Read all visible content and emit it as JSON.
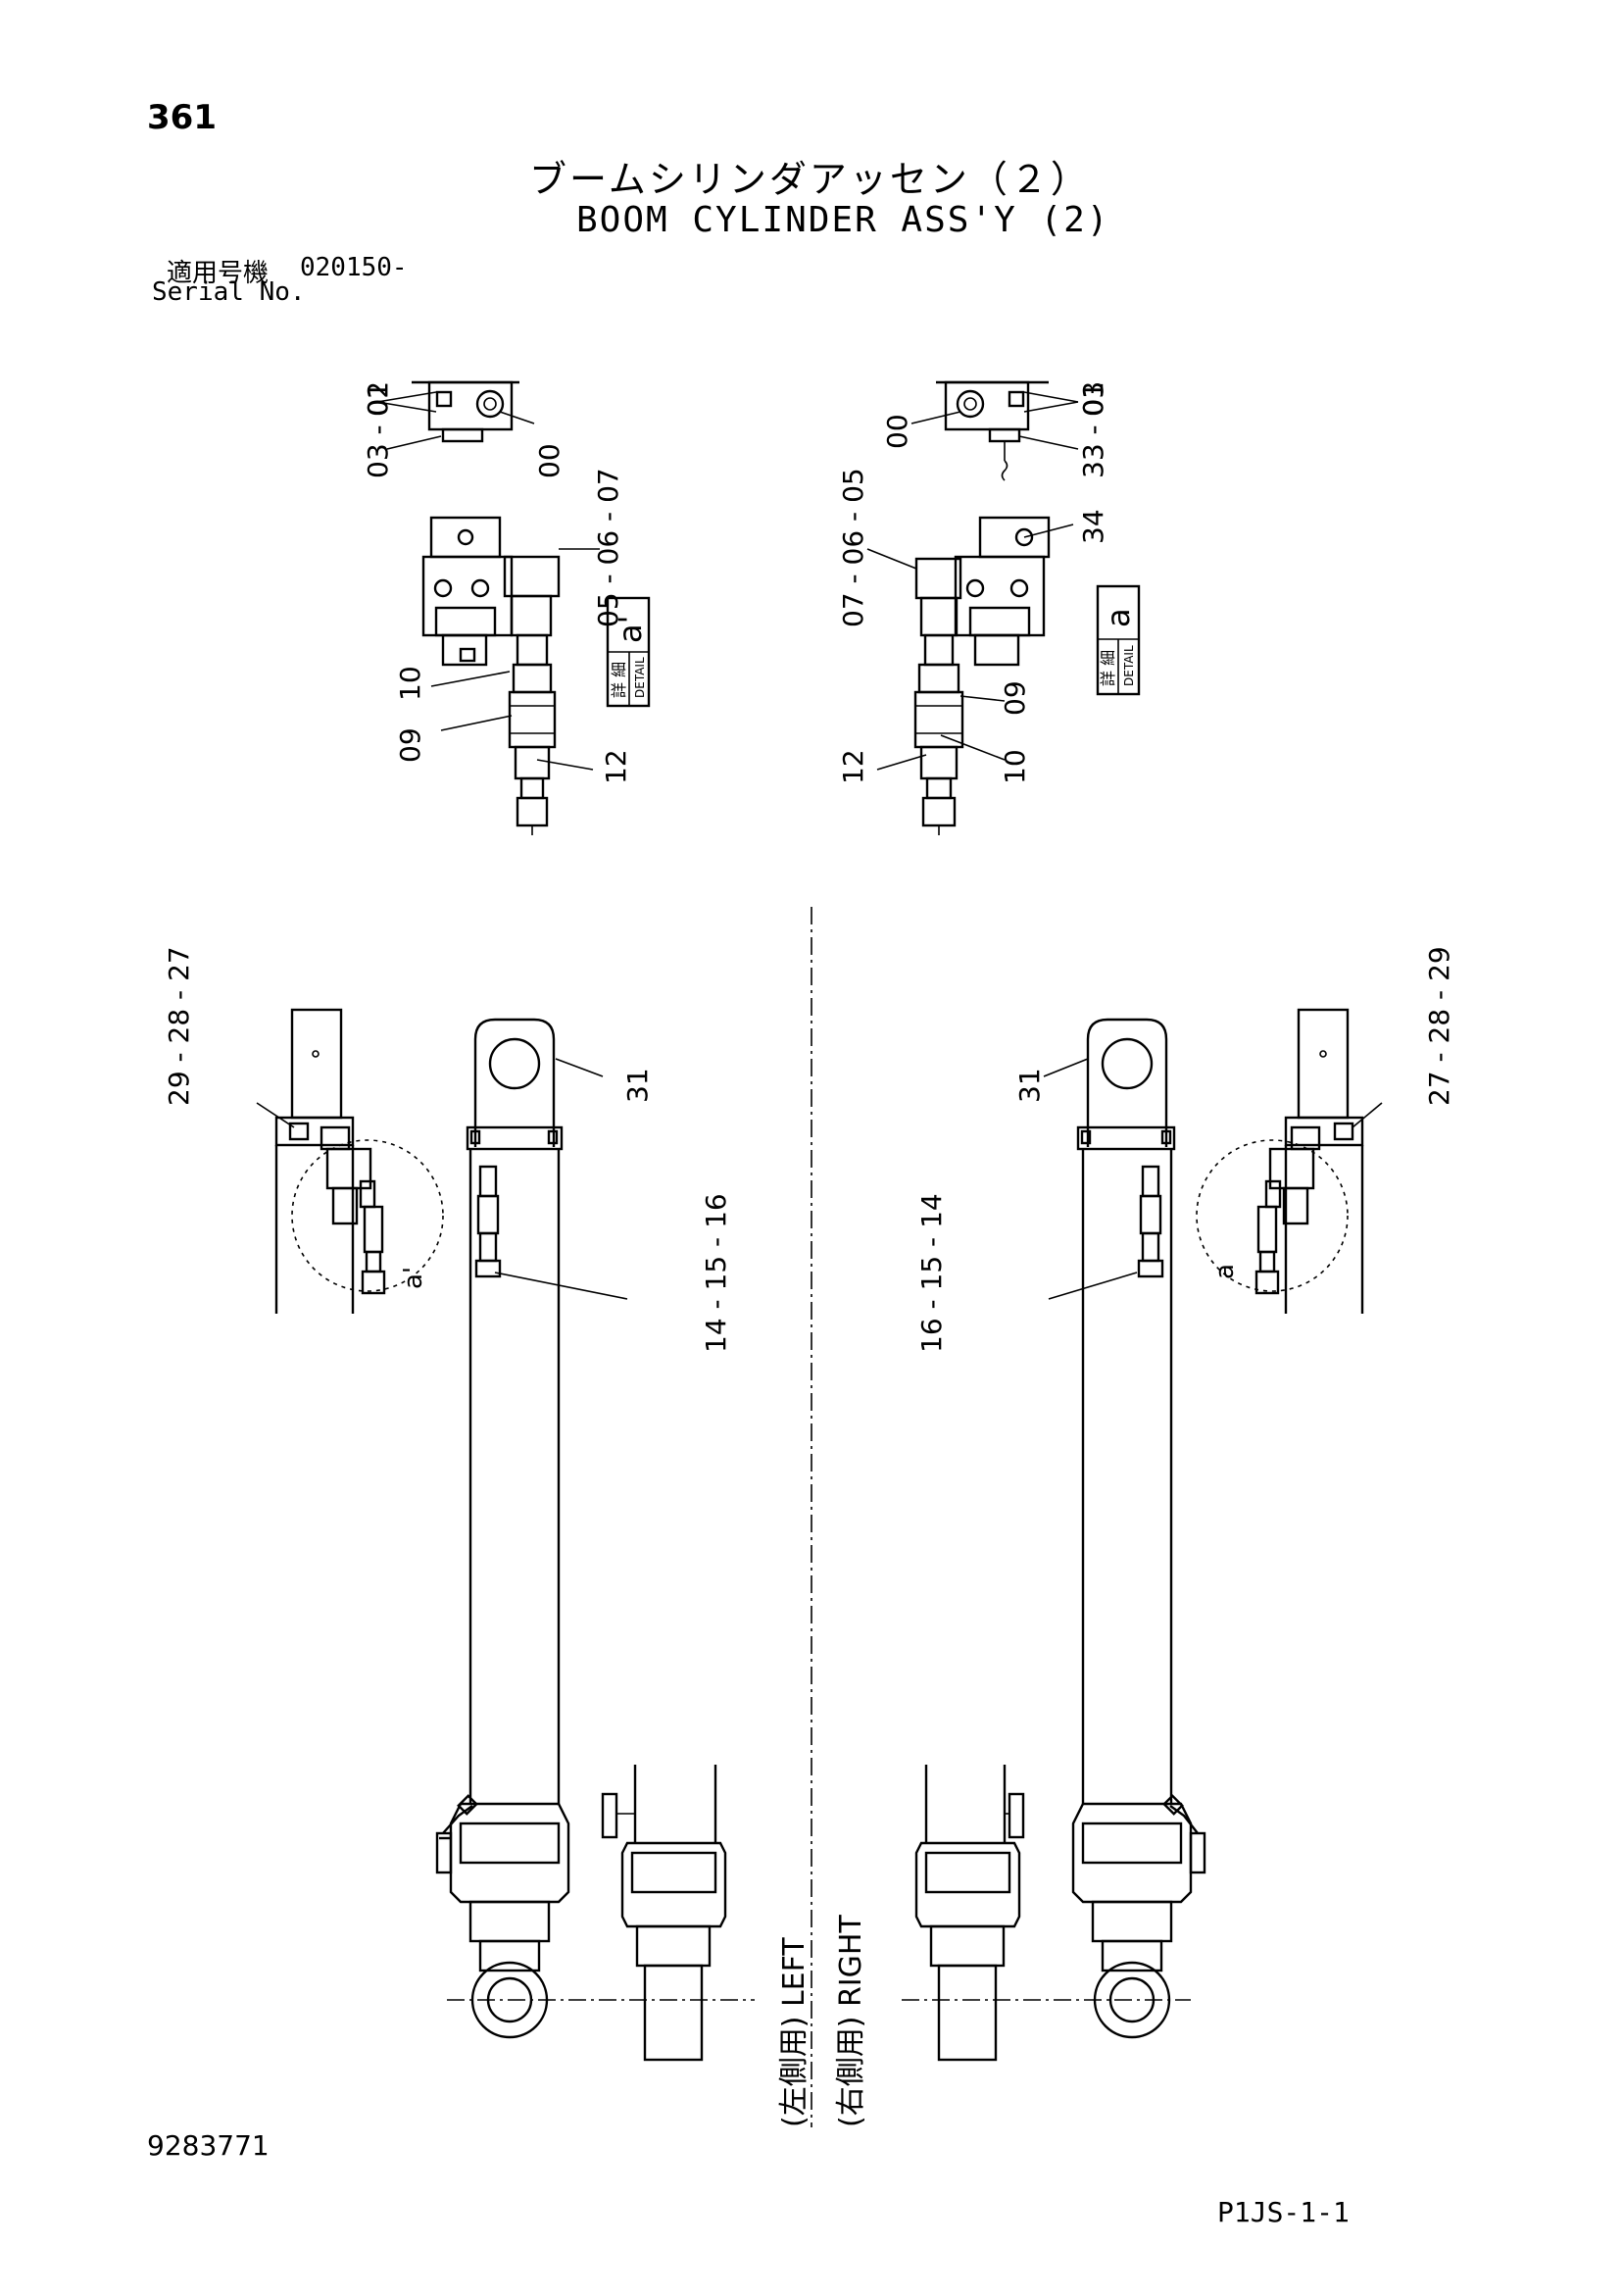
{
  "header": {
    "page_number": "361",
    "title_jp": "ブームシリンダアッセン（２）",
    "title_en": "BOOM CYLINDER ASS'Y (2)",
    "serial_label_jp": "適用号機",
    "serial_value": "020150-",
    "serial_label_en": "Serial No."
  },
  "footer": {
    "doc_number": "9283771",
    "page_code": "P1JS-1-1"
  },
  "callouts": {
    "top_left": [
      "01",
      "03 - 02",
      "00"
    ],
    "top_right": [
      "00",
      "01",
      "33 - 03"
    ],
    "detail_left": [
      "05 - 06 - 07",
      "10",
      "09",
      "12"
    ],
    "detail_right": [
      "07 - 06 - 05",
      "34",
      "09",
      "12",
      "10"
    ],
    "cyl_left": [
      "29 - 28 - 27",
      "31",
      "14 - 15 - 16"
    ],
    "cyl_right": [
      "31",
      "27 - 28 - 29",
      "16 - 15 - 14"
    ]
  },
  "detail_tags": {
    "left_letter": "a'",
    "right_letter": "a",
    "label_jp": "詳 細",
    "label_en": "DETAIL"
  },
  "circle_labels": {
    "left": "a'",
    "right": "a"
  },
  "side_labels": {
    "left": "(左側用) LEFT",
    "right": "(右側用) RIGHT"
  }
}
